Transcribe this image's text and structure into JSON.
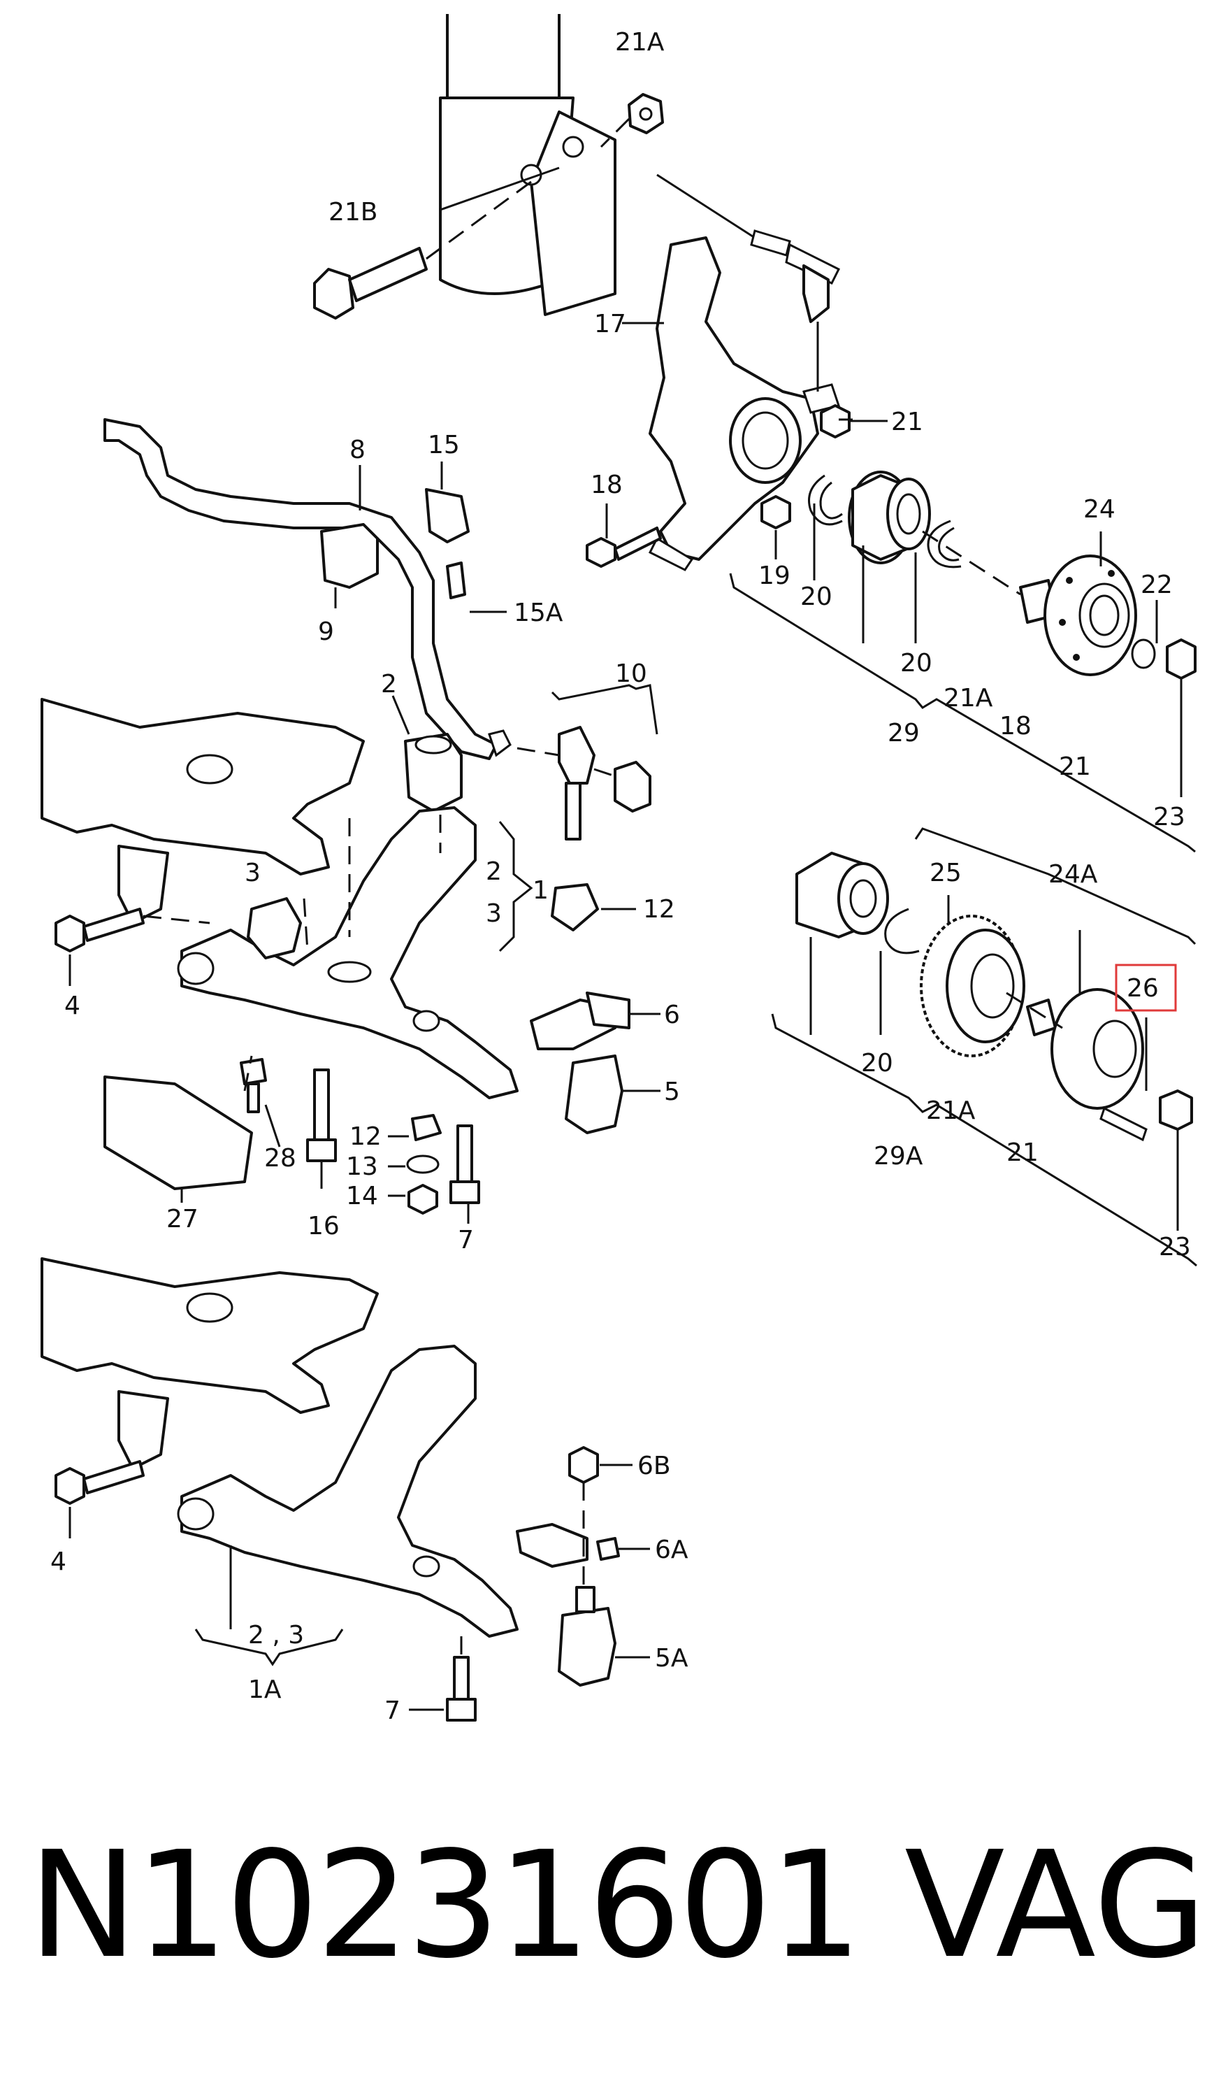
{
  "callouts": {
    "c21A_top": "21A",
    "c21B": "21B",
    "c17": "17",
    "c21_knuckle": "21",
    "c18": "18",
    "c19": "19",
    "c20_a": "20",
    "c20_b": "20",
    "c24": "24",
    "c22": "22",
    "c21A_mid": "21A",
    "c29": "29",
    "c18_b": "18",
    "c21_b": "21",
    "c23_a": "23",
    "c8": "8",
    "c15": "15",
    "c15A": "15A",
    "c9": "9",
    "c10": "10",
    "c2": "2",
    "c3": "3",
    "c2_b": "2",
    "c1": "1",
    "c3_b": "3",
    "c12": "12",
    "c4_a": "4",
    "c6": "6",
    "c5": "5",
    "c12_b": "12",
    "c13": "13",
    "c14": "14",
    "c28": "28",
    "c27": "27",
    "c16": "16",
    "c7_a": "7",
    "c25": "25",
    "c24A": "24A",
    "c26": "26",
    "c20_c": "20",
    "c21A_low": "21A",
    "c21_c": "21",
    "c29A": "29A",
    "c23_b": "23",
    "c4_b": "4",
    "c6B": "6B",
    "c6A": "6A",
    "c23_label": "2 , 3",
    "c1A": "1A",
    "c7_b": "7",
    "c5A": "5A"
  },
  "highlight_color": "#e03a3a",
  "footer": {
    "part_number": "N10231601",
    "brand": "VAG"
  }
}
